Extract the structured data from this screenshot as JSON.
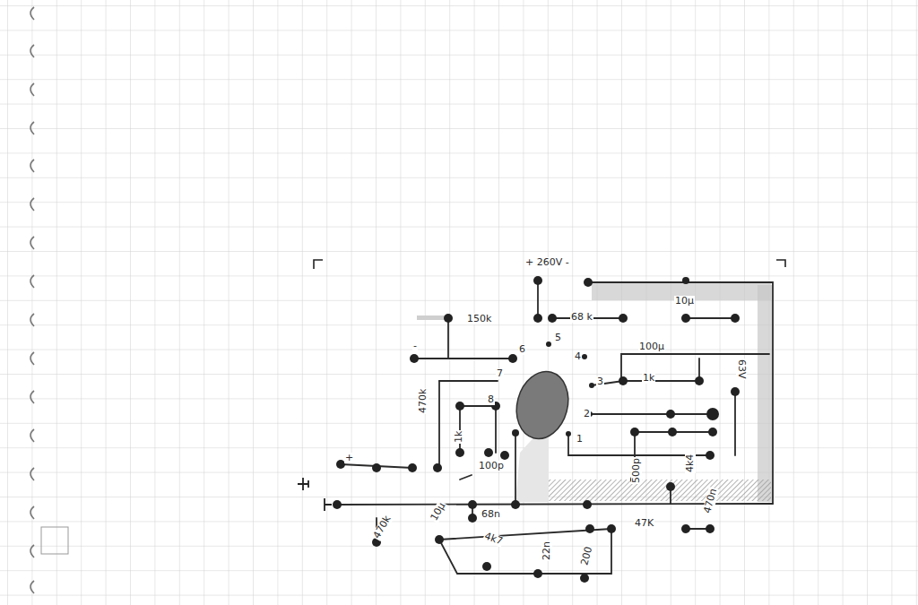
{
  "diagram": {
    "labels": [
      "+ 260V -",
      "150k",
      "68 k",
      "10µ",
      "100µ",
      "1k",
      "63V",
      "6",
      "5",
      "4",
      "3",
      "2",
      "1",
      "7",
      "8",
      "470k",
      "1k",
      "100p",
      "10µ",
      "68n",
      "470k",
      "4k7",
      "22n",
      "200",
      "47K",
      "470n",
      "4k4",
      "500p",
      "+",
      "-"
    ]
  }
}
